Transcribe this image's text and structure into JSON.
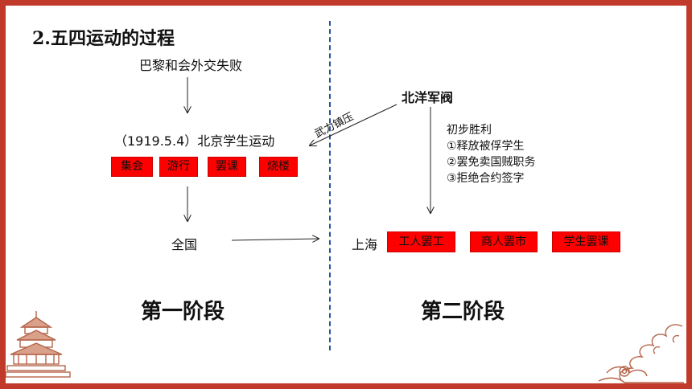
{
  "slide": {
    "title": "2.五四运动的过程",
    "stage_one": "第一阶段",
    "stage_two": "第二阶段"
  },
  "nodes": {
    "paris_failure": "巴黎和会外交失败",
    "student_movement": "（1919.5.4）北京学生运动",
    "nationwide": "全国",
    "beiyang": "北洋军阀",
    "suppression": "武力镇压",
    "shanghai": "上海"
  },
  "actions_beijing": [
    "集会",
    "游行",
    "罢课",
    "烧楼"
  ],
  "actions_shanghai": [
    "工人罢工",
    "商人罢市",
    "学生罢课"
  ],
  "victory": {
    "heading": "初步胜利",
    "items": [
      "①释放被俘学生",
      "②罢免卖国贼职务",
      "③拒绝合约签字"
    ]
  },
  "colors": {
    "frame": "#c0392b",
    "box": "#ff0000",
    "divider": "#2e4fa3",
    "ornament": "#b5654a"
  },
  "icons": [
    "temple-of-heaven-ornament",
    "cloud-ornament"
  ]
}
